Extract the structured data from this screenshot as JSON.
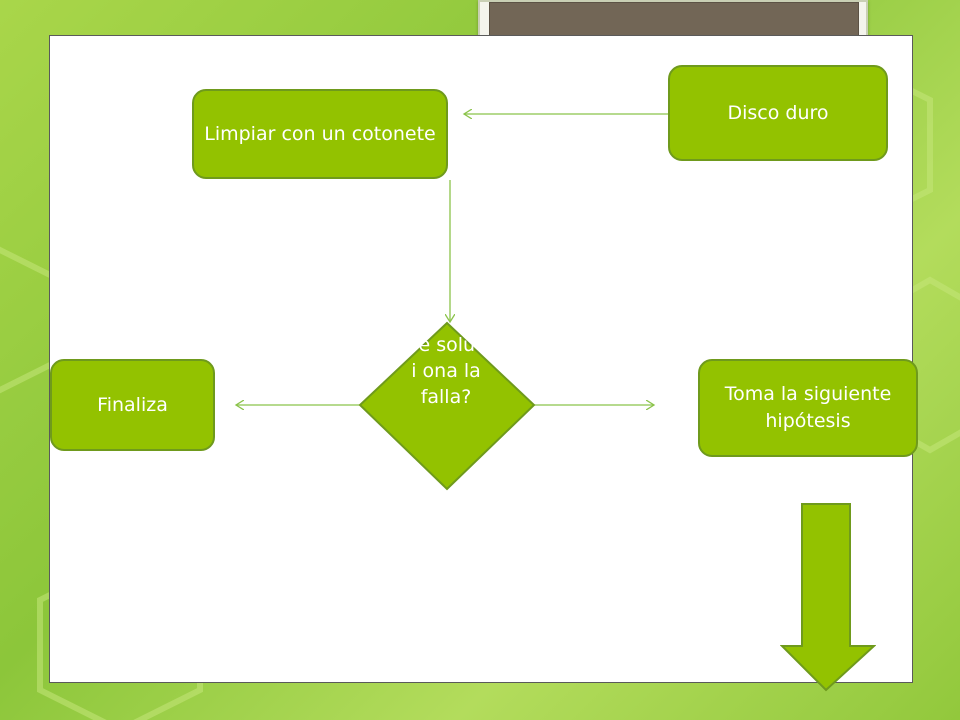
{
  "nodes": {
    "limpiar": "Limpiar con un cotonete",
    "disco": "Disco duro",
    "finaliza": "Finaliza",
    "toma": "Toma la siguiente hipótesis",
    "decision": "Se soluci ona la falla?"
  },
  "colors": {
    "node_fill": "#93c200",
    "node_border": "#6f9a1c",
    "connector": "#8bc34a",
    "background": "#8cc63a"
  }
}
